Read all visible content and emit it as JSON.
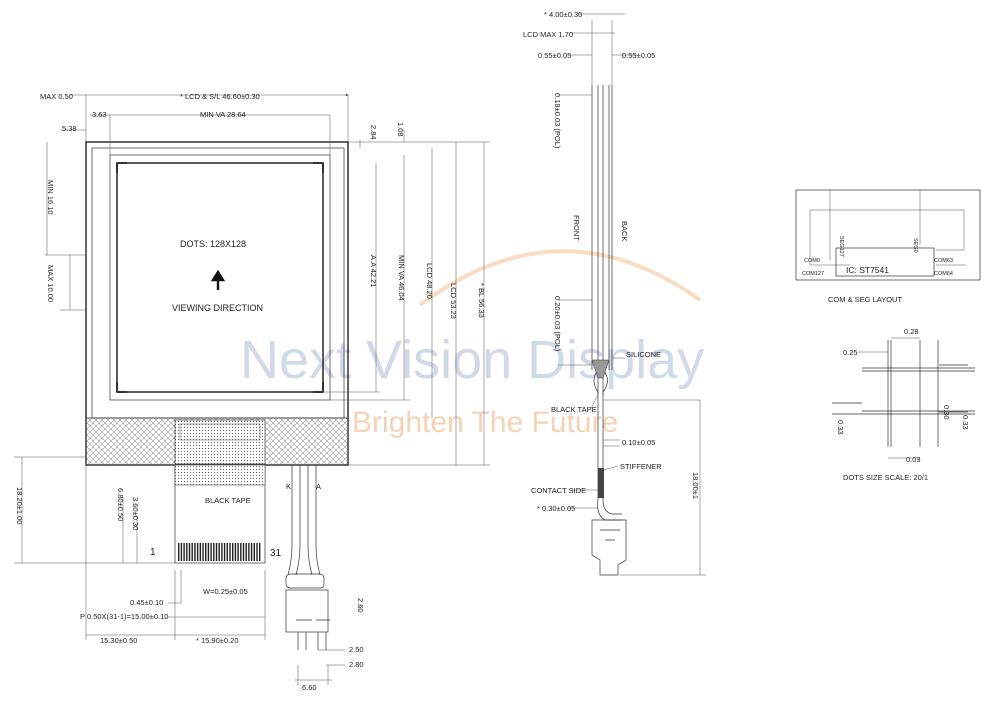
{
  "front_view": {
    "max_050": "MAX 0.50",
    "lcd_outline": "* LCD & S/L 46.60±0.30",
    "min_va_width": "MIN VA 28.64",
    "dim_363": "3.63",
    "dim_538": "5.38",
    "dim_284": "2.84",
    "dim_108": "1.08",
    "min_1610": "MIN 16.10",
    "max_1000": "MAX 10.00",
    "aa_4221": "A.A 42.21",
    "min_va_4604": "MIN VA 46.04",
    "lcd_4820": "LCD 48.20",
    "lcd_5323": "LCD 53.23",
    "bl_5633": "* BL 56.33",
    "dots": "DOTS: 128X128",
    "viewing_direction": "VIEWING DIRECTION",
    "black_tape": "BLACK TAPE",
    "dim_1820": "18.20±1.00",
    "dim_680": "6.80±0.50",
    "dim_360": "3.60±0.30",
    "pin_first": "1",
    "pin_last": "31",
    "width_025": "W=0.25±0.05",
    "dim_045": "0.45±0.10",
    "pitch": "P 0.50X(31-1)=15.00±0.10",
    "dim_1530": "15.30±0.50",
    "dim_1590": "* 15.90±0.20",
    "label_k": "K",
    "label_a": "A",
    "dim_260": "2.60",
    "dim_250": "2.50",
    "dim_280": "2.80",
    "dim_660": "6.60"
  },
  "side_view": {
    "dim_400": "* 4.00±0.30",
    "lcd_max": "LCD MAX 1.70",
    "dim_055_left": "0.55±0.05",
    "dim_055_right": "0.55±0.05",
    "polarizer_top": "0.18±0.03 (POL)",
    "polarizer_bottom": "0.20±0.03 (POL)",
    "front": "FRONT",
    "back": "BACK",
    "silicone": "SILICONE",
    "black_tape": "BLACK TAPE",
    "dim_010": "0.10±0.05",
    "stiffener": "STIFFENER",
    "contact_side": "CONTACT SIDE",
    "dim_030": "* 0.30±0.05",
    "dim_1800": "18.00±1"
  },
  "layout_view": {
    "com0": "COM0",
    "seg127": "SEG127",
    "seg0": "SEG0",
    "com127": "COM127",
    "ic": "IC: ST7541",
    "com63": "COM63",
    "com64": "COM64",
    "title": "COM & SEG LAYOUT"
  },
  "dots_view": {
    "dim_028": "0.28",
    "dim_025": "0.25",
    "dim_033_left": "0.33",
    "dim_030": "0.30",
    "dim_033_right": "0.33",
    "dim_003": "0.03",
    "title": "DOTS SIZE SCALE: 20/1"
  },
  "watermark": {
    "brand": "Next Vision Display",
    "slogan": "Brighten The Future"
  }
}
